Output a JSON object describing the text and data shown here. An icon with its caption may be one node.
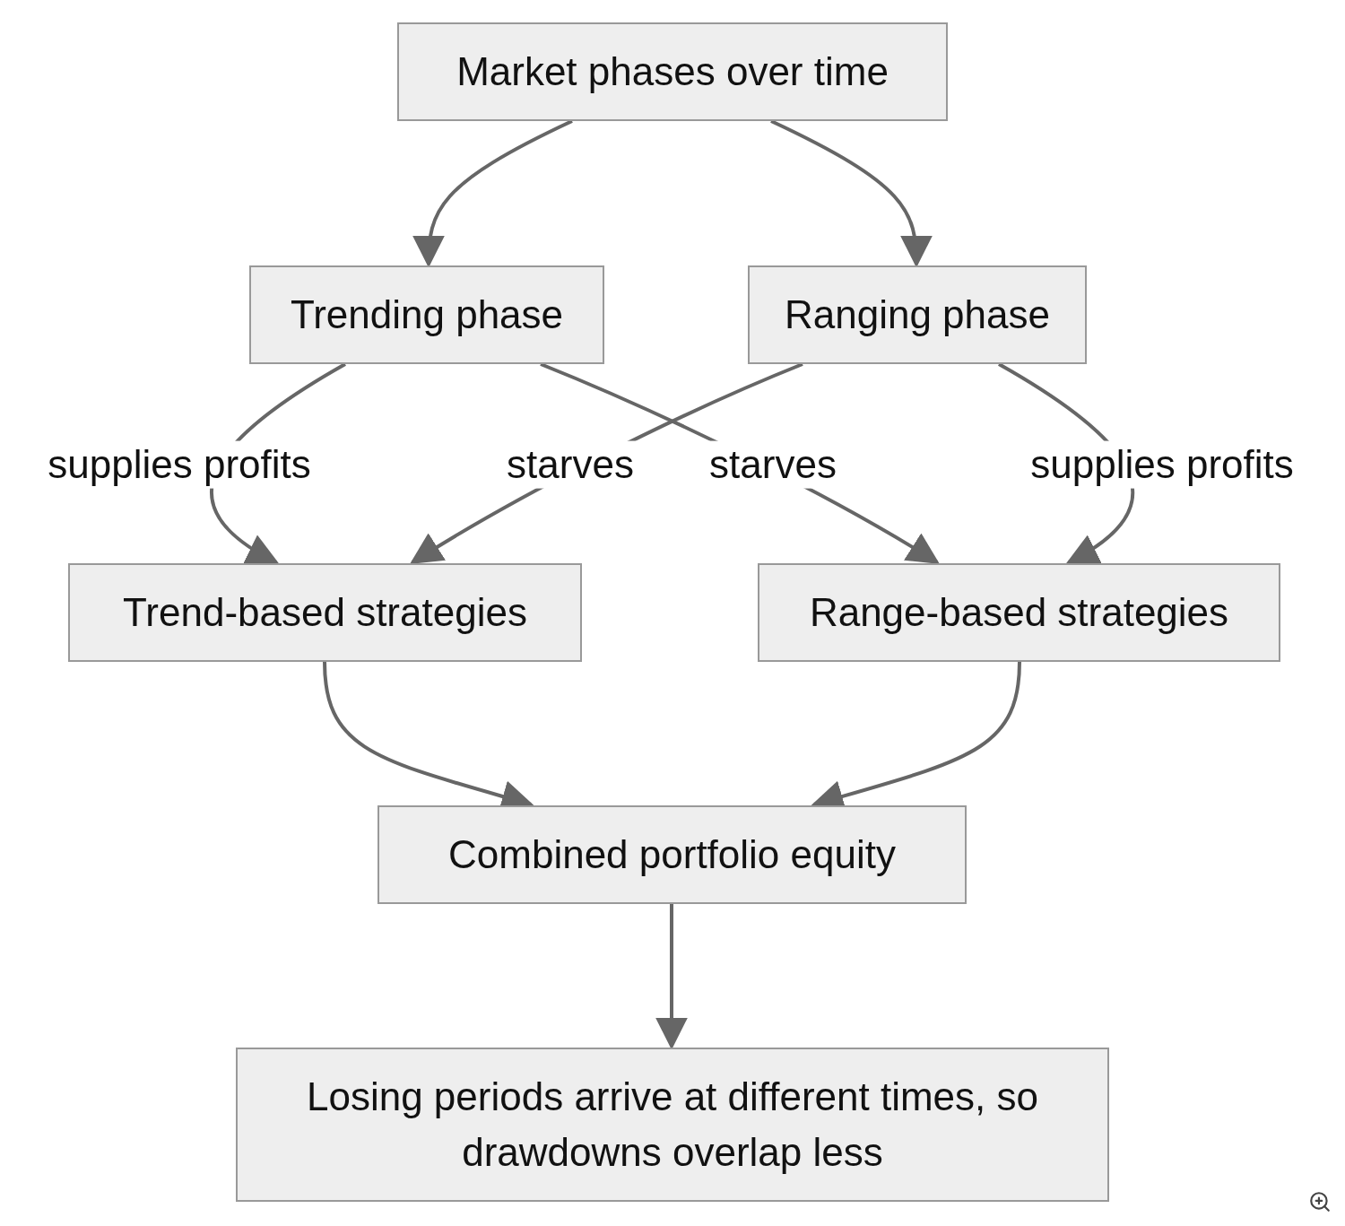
{
  "diagram": {
    "nodes": [
      {
        "text": [
          "Market phases over time"
        ]
      },
      {
        "text": [
          "Trending phase"
        ]
      },
      {
        "text": [
          "Ranging phase"
        ]
      },
      {
        "text": [
          "Trend-based strategies"
        ]
      },
      {
        "text": [
          "Range-based strategies"
        ]
      },
      {
        "text": [
          "Combined portfolio equity"
        ]
      },
      {
        "text": [
          "Losing periods arrive at different times, so drawdowns overlap less"
        ]
      }
    ],
    "edges": [
      {
        "from": 0,
        "to": 1,
        "arrow": "to"
      },
      {
        "from": 0,
        "to": 2,
        "arrow": "to"
      },
      {
        "from": 1,
        "to": 3,
        "arrow": "to",
        "label": "supplies profits"
      },
      {
        "from": 2,
        "to": 3,
        "arrow": "to",
        "label": "starves"
      },
      {
        "from": 1,
        "to": 4,
        "arrow": "to",
        "label": "starves"
      },
      {
        "from": 2,
        "to": 4,
        "arrow": "to",
        "label": "supplies profits"
      },
      {
        "from": 3,
        "to": 5,
        "arrow": "to"
      },
      {
        "from": 4,
        "to": 5,
        "arrow": "to"
      },
      {
        "from": 5,
        "to": 6,
        "arrow": "to"
      }
    ]
  }
}
